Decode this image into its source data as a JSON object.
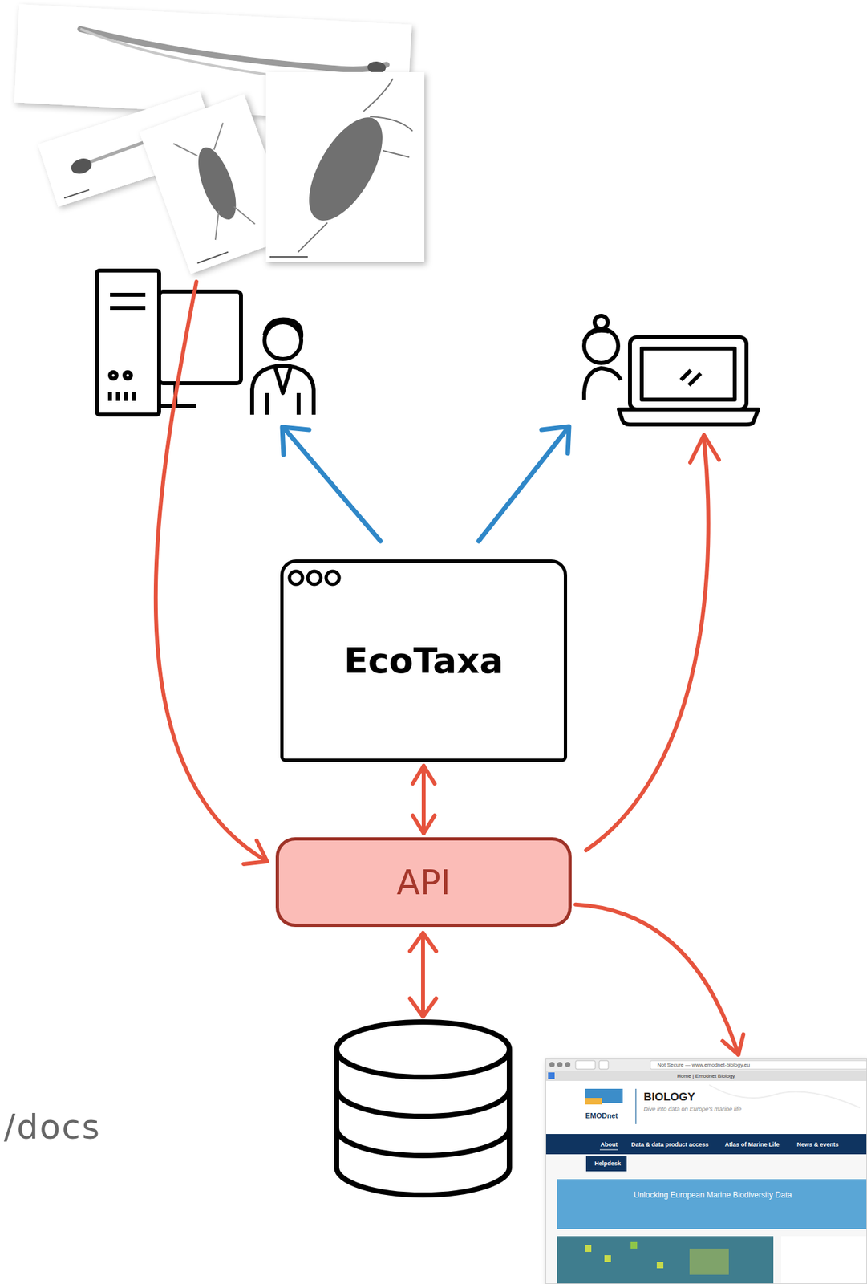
{
  "diagram": {
    "nodes": [
      {
        "text": [
          "EcoTaxa"
        ]
      },
      {
        "text": [
          "API"
        ]
      },
      {
        "text": [
          "Not Secure — www.emodnet-biology.eu",
          "Home | Emodnet Biology",
          "EMODnet",
          "BIOLOGY",
          "Dive into data on Europe's marine life",
          "About",
          "Data & data product access",
          "Atlas of Marine Life",
          "News & events",
          "Helpdesk",
          "Unlocking European Marine Biodiversity Data"
        ]
      }
    ],
    "edges": [
      {
        "from": 0,
        "to": 1,
        "arrow": "both"
      },
      {
        "from": 1,
        "to": 2,
        "arrow": "to"
      }
    ],
    "labels": [
      "/docs"
    ]
  }
}
